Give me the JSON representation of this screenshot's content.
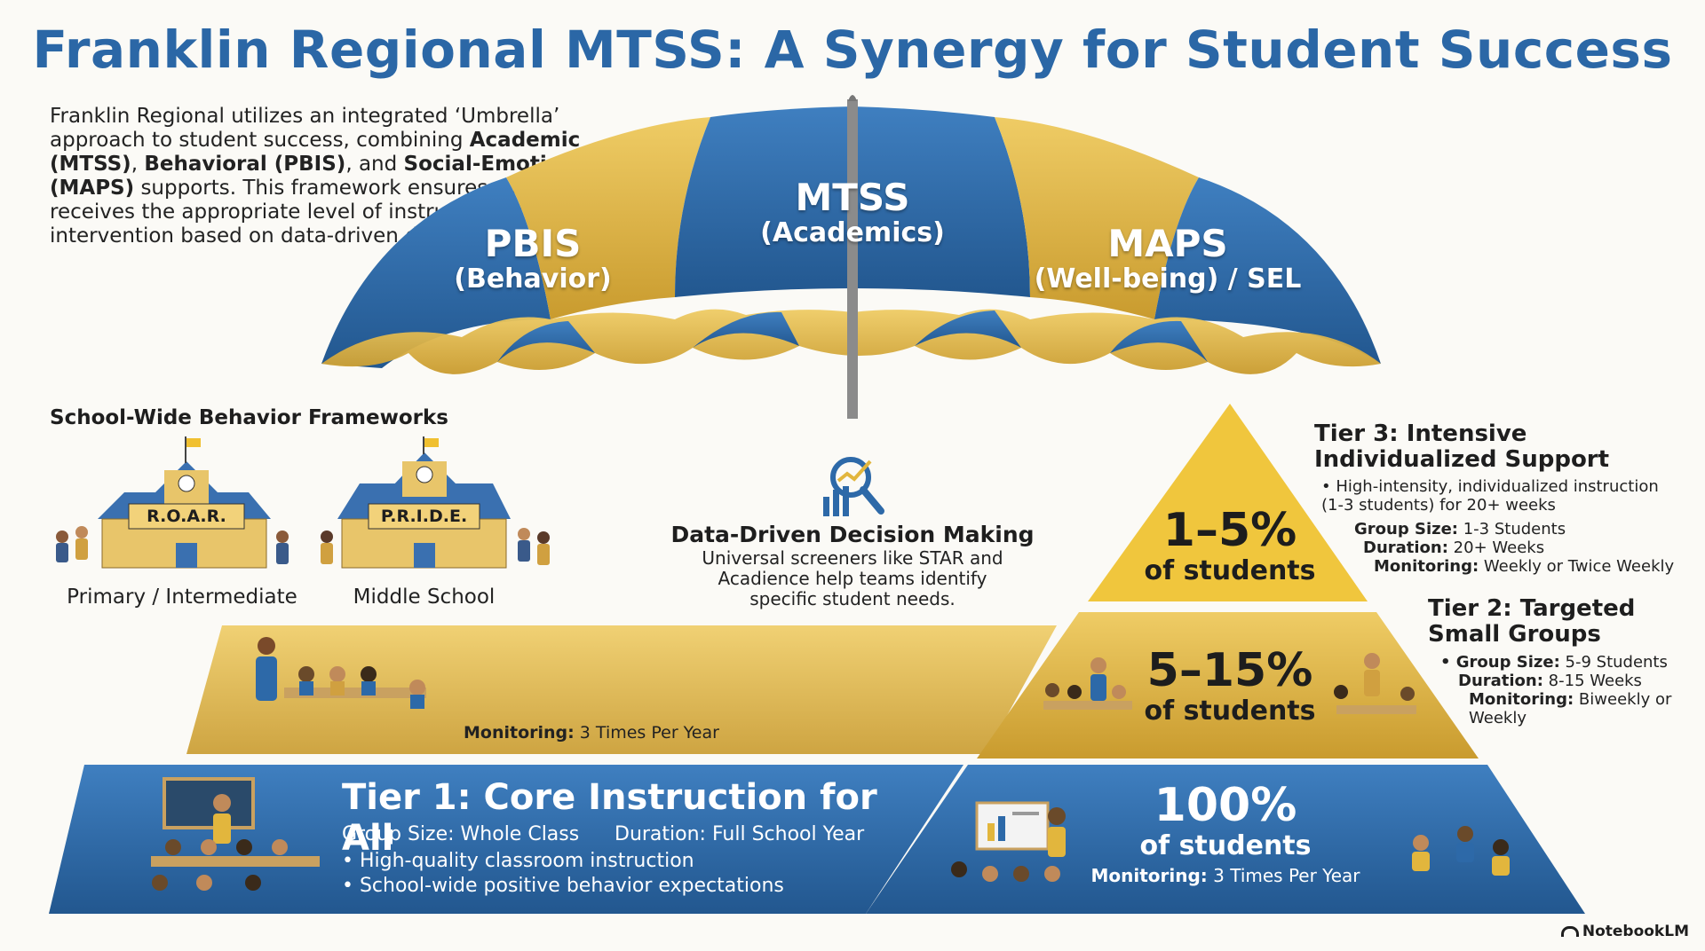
{
  "title": "Franklin Regional MTSS: A Synergy for Student Success",
  "intro": {
    "part1": "Franklin Regional utilizes an integrated ‘Umbrella’ approach to student success, combining ",
    "academic": "Academic (MTSS)",
    "sep1": ", ",
    "behavioral": "Behavioral (PBIS)",
    "sep2": ", and ",
    "social": "Social-Emotional (MAPS)",
    "part2": " supports. This framework ensures every student receives the appropriate level of instruction and intervention based on data-driven decision-making."
  },
  "umbrella": {
    "pbis": "PBIS",
    "pbis_sub": "(Behavior)",
    "mtss": "MTSS",
    "mtss_sub": "(Academics)",
    "maps": "MAPS",
    "maps_sub": "(Well-being) / SEL"
  },
  "school_wide": {
    "title": "School-Wide Behavior Frameworks",
    "schools": [
      {
        "sign": "R.O.A.R.",
        "label": "Primary / Intermediate"
      },
      {
        "sign": "P.R.I.D.E.",
        "label": "Middle School"
      }
    ]
  },
  "data_driven": {
    "title": "Data-Driven Decision Making",
    "text": "Universal screeners like STAR and Acadience help teams identify specific student needs."
  },
  "tier3": {
    "title": "Tier 3: Intensive Individualized Support",
    "bullet": "• High-intensity, individualized instruction (1-3 students) for 20+ weeks",
    "group_size_label": "Group Size:",
    "group_size": "1-3 Students",
    "duration_label": "Duration:",
    "duration": "20+ Weeks",
    "monitoring_label": "Monitoring:",
    "monitoring": "Weekly or Twice Weekly",
    "percent": "1–5%",
    "percent_sub": "of students"
  },
  "tier2": {
    "title": "Tier 2: Targeted Small Groups",
    "group_size_label": "• Group Size:",
    "group_size": "5-9 Students",
    "duration_label": "Duration:",
    "duration": "8-15 Weeks",
    "monitoring_label": "Monitoring:",
    "monitoring": "Biweekly or Weekly",
    "percent": "5–15%",
    "percent_sub": "of students"
  },
  "tier1_band": {
    "monitoring_label": "Monitoring:",
    "monitoring": "3 Times Per Year"
  },
  "tier1": {
    "title": "Tier 1: Core Instruction for All",
    "group_size": "Group Size: Whole Class",
    "duration": "Duration: Full School Year",
    "bullets": [
      "• High-quality classroom instruction",
      "• School-wide positive behavior expectations"
    ],
    "percent": "100%",
    "percent_sub": "of students",
    "monitoring_label": "Monitoring:",
    "monitoring": "3 Times Per Year"
  },
  "brand": "NotebookLM",
  "colors": {
    "blue": "#2d69a8",
    "gold": "#e2b63d",
    "title_blue": "#2b67a6"
  },
  "icons": [
    "search-chart-icon",
    "school-building-icon",
    "notebooklm-logo-icon"
  ]
}
